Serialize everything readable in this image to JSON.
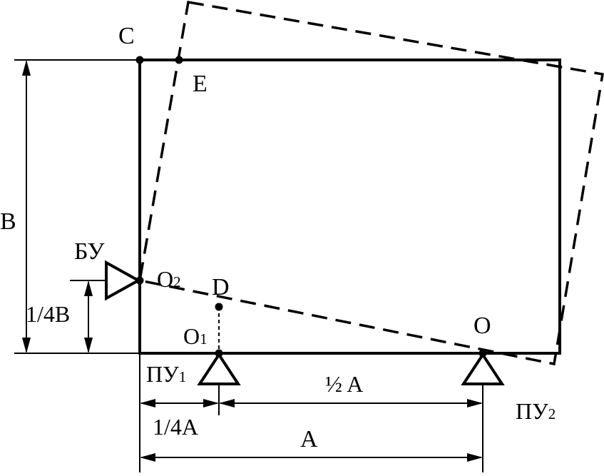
{
  "labels": {
    "c": "C",
    "e": "E",
    "b": "B",
    "bu": "БУ",
    "o2": "O",
    "o2_sub": "2",
    "d": "D",
    "quarter_b": "1/4B",
    "o1": "O",
    "o1_sub": "1",
    "o": "O",
    "pu1": "ПУ",
    "pu1_sub": "1",
    "half_a": "½ A",
    "quarter_a": "1/4A",
    "pu2": "ПУ",
    "pu2_sub": "2",
    "a": "A"
  }
}
